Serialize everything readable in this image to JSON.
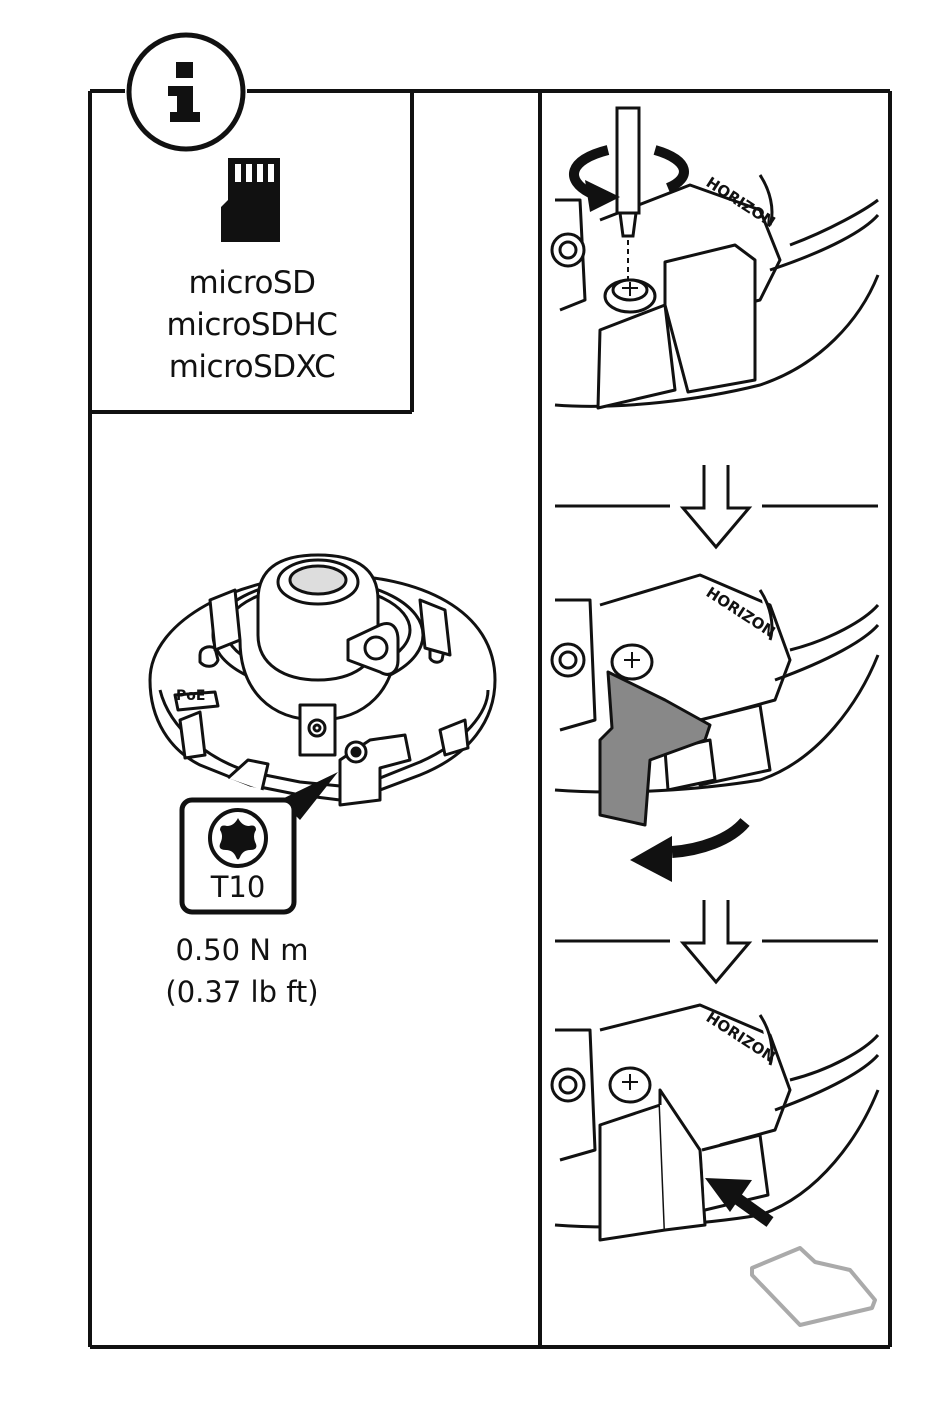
{
  "info_badge": {
    "glyph": "i",
    "icon": "info-icon"
  },
  "card_types": [
    "microSD",
    "microSDHC",
    "microSDXC"
  ],
  "tool": {
    "label": "T10",
    "icon": "torx-icon"
  },
  "torque": {
    "metric": "0.50 N m",
    "imperial": "(0.37 lb ft)"
  },
  "brand_mark": "HORIZON",
  "camera_label": "PoE",
  "colors": {
    "line": "#111111",
    "bracket_fill": "#888888",
    "card_outline": "#aaaaaa",
    "background": "#ffffff"
  }
}
